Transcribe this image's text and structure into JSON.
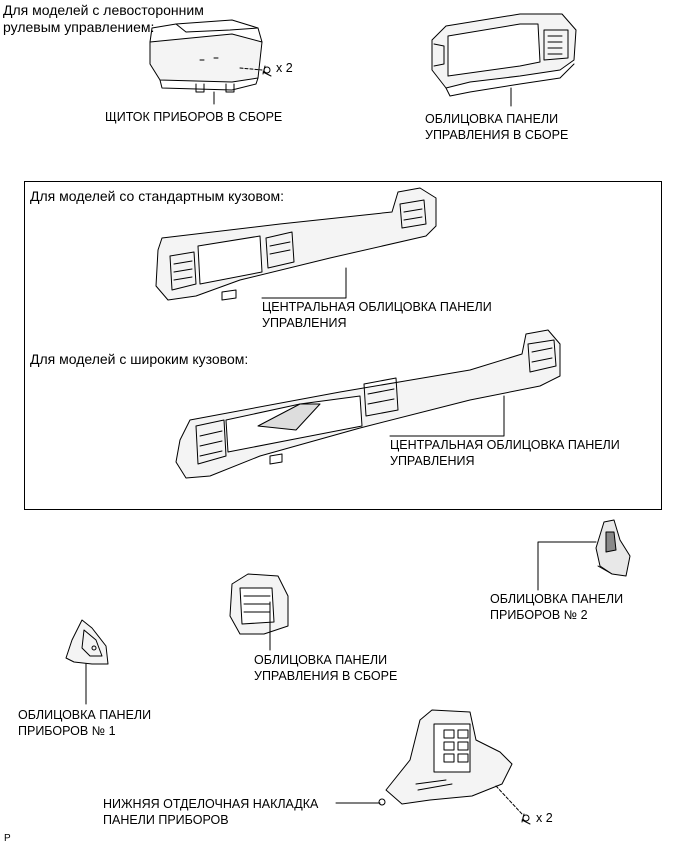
{
  "top_left_note": {
    "line1": "Для моделей с левосторонним",
    "line2": "рулевым управлением:"
  },
  "labels": {
    "combination_meter": "ЩИТОК ПРИБОРОВ В СБОРЕ",
    "qty_top": "x 2",
    "cluster_finish_panel_top": {
      "line1": "ОБЛИЦОВКА ПАНЕЛИ",
      "line2": "УПРАВЛЕНИЯ В СБОРЕ"
    },
    "center_cluster_std": {
      "line1": "ЦЕНТРАЛЬНАЯ ОБЛИЦОВКА ПАНЕЛИ",
      "line2": "УПРАВЛЕНИЯ"
    },
    "center_cluster_wide": {
      "line1": "ЦЕНТРАЛЬНАЯ ОБЛИЦОВКА ПАНЕЛИ",
      "line2": "УПРАВЛЕНИЯ"
    },
    "instrument_panel_no2": {
      "line1": "ОБЛИЦОВКА ПАНЕЛИ",
      "line2": "ПРИБОРОВ № 2"
    },
    "cluster_finish_panel_bottom": {
      "line1": "ОБЛИЦОВКА ПАНЕЛИ",
      "line2": "УПРАВЛЕНИЯ В СБОРЕ"
    },
    "instrument_panel_no1": {
      "line1": "ОБЛИЦОВКА ПАНЕЛИ",
      "line2": "ПРИБОРОВ № 1"
    },
    "lower_finish_panel": {
      "line1": "НИЖНЯЯ ОТДЕЛОЧНАЯ НАКЛАДКА",
      "line2": "ПАНЕЛИ ПРИБОРОВ"
    },
    "qty_bottom": "x 2"
  },
  "box": {
    "standard_body_note": "Для моделей со стандартным кузовом:",
    "wide_body_note": "Для моделей с широким кузовом:"
  },
  "corner_mark": "P"
}
